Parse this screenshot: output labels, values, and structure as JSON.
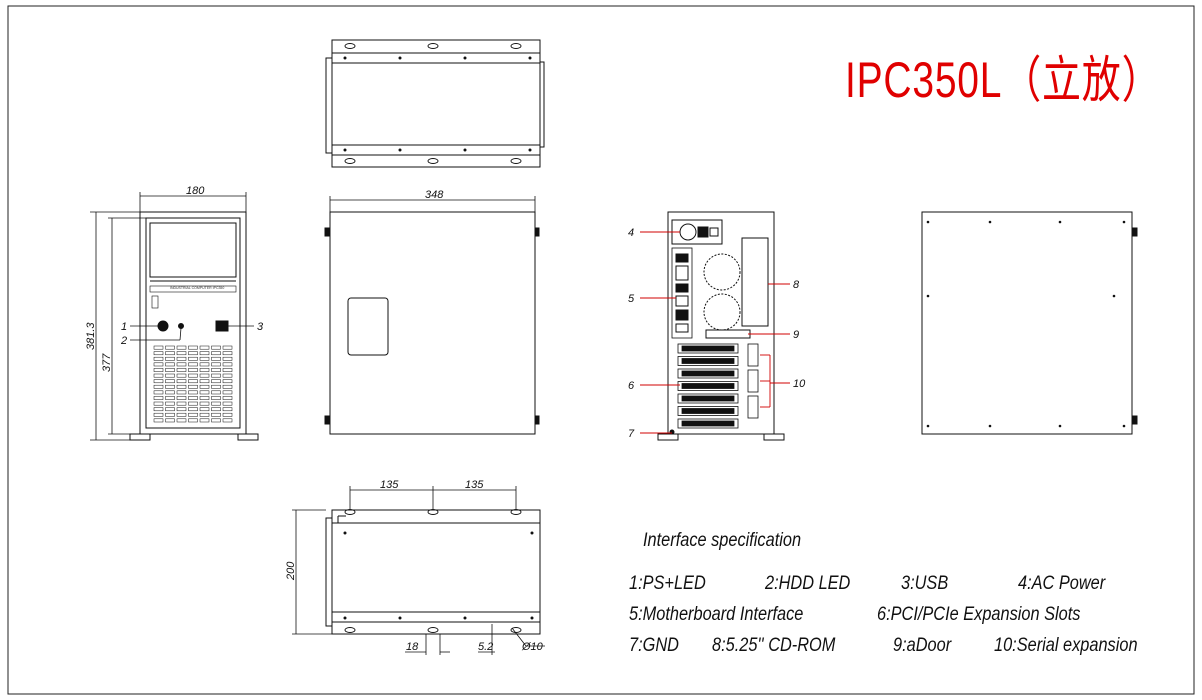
{
  "title": "IPC350L（立放）",
  "dimensions": {
    "front_width": "180",
    "front_height_outer": "381.3",
    "front_height_inner": "377",
    "side_depth": "348",
    "bottom_spacing_left": "135",
    "bottom_spacing_right": "135",
    "bottom_height": "200",
    "slot_width": "18",
    "hole_offset": "5.2",
    "hole_diameter": "Ø10"
  },
  "front_panel_label": "INDUSTRIAL COMPUTER IPC350",
  "callouts_front": [
    "1",
    "2",
    "3"
  ],
  "callouts_rear": [
    "4",
    "5",
    "6",
    "7",
    "8",
    "9",
    "10"
  ],
  "interface": {
    "heading": "Interface specification",
    "items": [
      "1:PS+LED",
      "2:HDD LED",
      "3:USB",
      "4:AC Power",
      "5:Motherboard Interface",
      "6:PCI/PCIe Expansion Slots",
      "7:GND",
      "8:5.25'' CD-ROM",
      "9:aDoor",
      "10:Serial expansion"
    ]
  },
  "colors": {
    "title": "#e00000",
    "line": "#111111",
    "leader": "#d00000"
  }
}
